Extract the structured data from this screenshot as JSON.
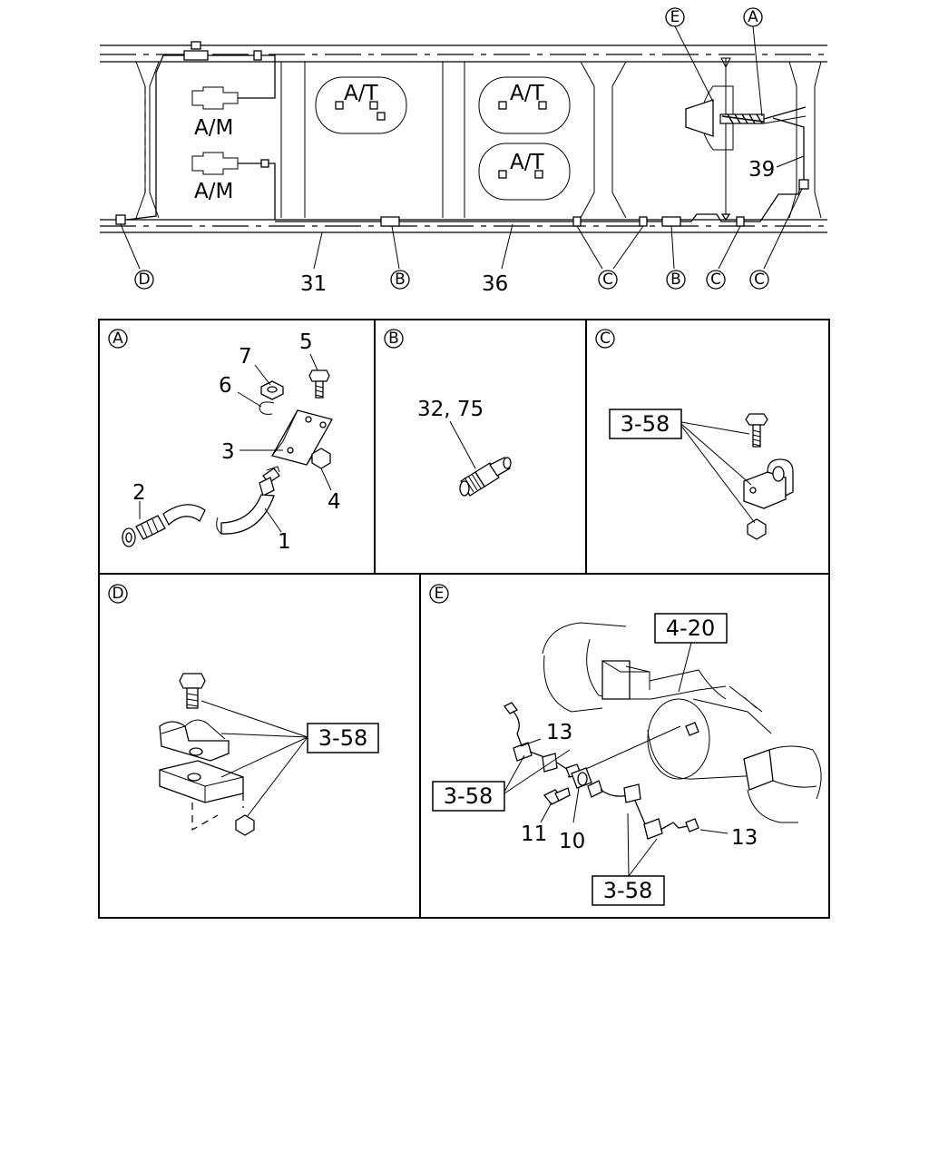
{
  "overview": {
    "labels": {
      "at1": "A/T",
      "at2": "A/T",
      "at3": "A/T",
      "am1": "A/M",
      "am2": "A/M",
      "p31": "31",
      "p36": "36",
      "p39": "39"
    },
    "callouts": {
      "E": "E",
      "A": "A",
      "D": "D",
      "B1": "B",
      "C1": "C",
      "B2": "B",
      "C2": "C",
      "C3": "C"
    }
  },
  "panels": {
    "A": {
      "letter": "A",
      "parts": {
        "p1": "1",
        "p2": "2",
        "p3": "3",
        "p4": "4",
        "p5": "5",
        "p6": "6",
        "p7": "7"
      }
    },
    "B": {
      "letter": "B",
      "parts": {
        "p3275": "32, 75"
      }
    },
    "C": {
      "letter": "C",
      "ref": "3-58"
    },
    "D": {
      "letter": "D",
      "ref": "3-58"
    },
    "E": {
      "letter": "E",
      "ref_top": "4-20",
      "ref_left": "3-58",
      "ref_bottom": "3-58",
      "parts": {
        "p13a": "13",
        "p13b": "13",
        "p11": "11",
        "p10": "10"
      }
    }
  }
}
